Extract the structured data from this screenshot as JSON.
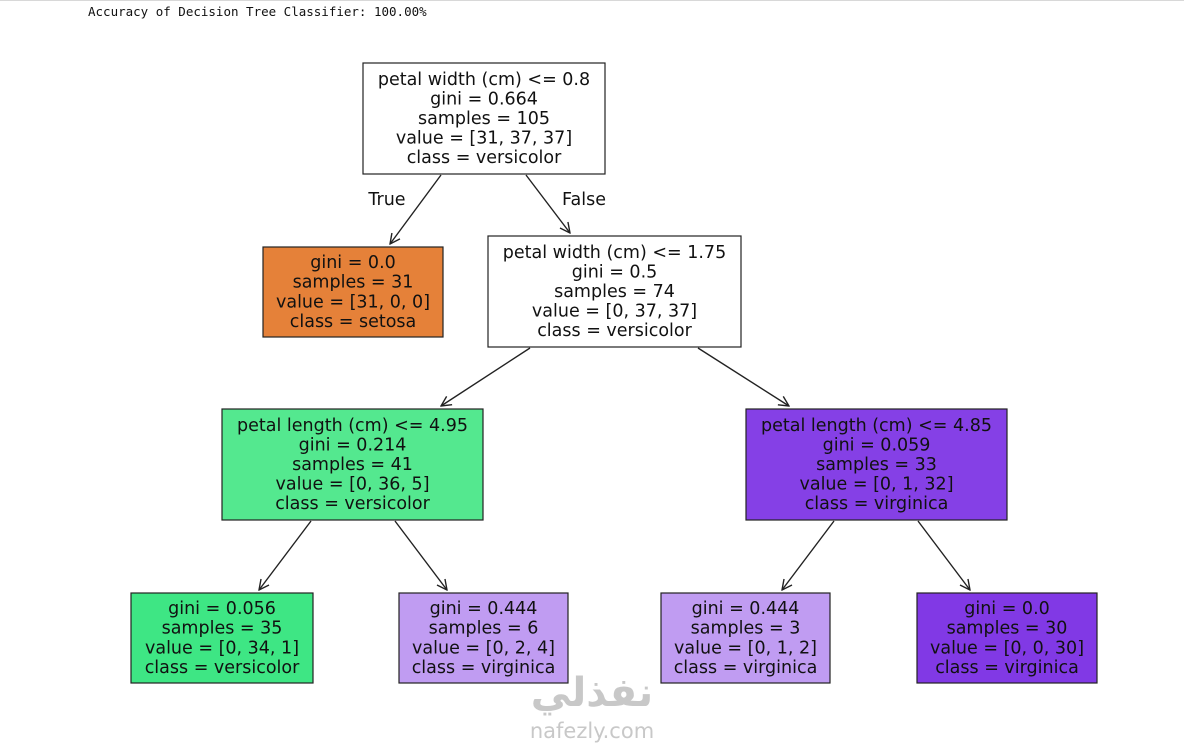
{
  "output": {
    "accuracy_text": "Accuracy of Decision Tree Classifier: 100.00%"
  },
  "tree": {
    "edge_labels": {
      "true": "True",
      "false": "False"
    },
    "nodes": [
      {
        "id": "root",
        "lines": [
          "petal width (cm) <= 0.8",
          "gini = 0.664",
          "samples = 105",
          "value = [31, 37, 37]",
          "class = versicolor"
        ],
        "fill": "#ffffff"
      },
      {
        "id": "setosa-leaf",
        "lines": [
          "gini = 0.0",
          "samples = 31",
          "value = [31, 0, 0]",
          "class = setosa"
        ],
        "fill": "#e58139"
      },
      {
        "id": "split-width-175",
        "lines": [
          "petal width (cm) <= 1.75",
          "gini = 0.5",
          "samples = 74",
          "value = [0, 37, 37]",
          "class = versicolor"
        ],
        "fill": "#ffffff"
      },
      {
        "id": "split-length-495",
        "lines": [
          "petal length (cm) <= 4.95",
          "gini = 0.214",
          "samples = 41",
          "value = [0, 36, 5]",
          "class = versicolor"
        ],
        "fill": "#54e88f"
      },
      {
        "id": "split-length-485",
        "lines": [
          "petal length (cm) <= 4.85",
          "gini = 0.059",
          "samples = 33",
          "value = [0, 1, 32]",
          "class = virginica"
        ],
        "fill": "#8540e6"
      },
      {
        "id": "leaf-versicolor-35",
        "lines": [
          "gini = 0.056",
          "samples = 35",
          "value = [0, 34, 1]",
          "class = versicolor"
        ],
        "fill": "#3ee684"
      },
      {
        "id": "leaf-virginica-6",
        "lines": [
          "gini = 0.444",
          "samples = 6",
          "value = [0, 2, 4]",
          "class = virginica"
        ],
        "fill": "#c09cf2"
      },
      {
        "id": "leaf-virginica-3",
        "lines": [
          "gini = 0.444",
          "samples = 3",
          "value = [0, 1, 2]",
          "class = virginica"
        ],
        "fill": "#c09cf2"
      },
      {
        "id": "leaf-virginica-30",
        "lines": [
          "gini = 0.0",
          "samples = 30",
          "value = [0, 0, 30]",
          "class = virginica"
        ],
        "fill": "#8139e5"
      }
    ]
  },
  "watermark": {
    "arabic": "نفذلي",
    "latin": "nafezly.com"
  }
}
